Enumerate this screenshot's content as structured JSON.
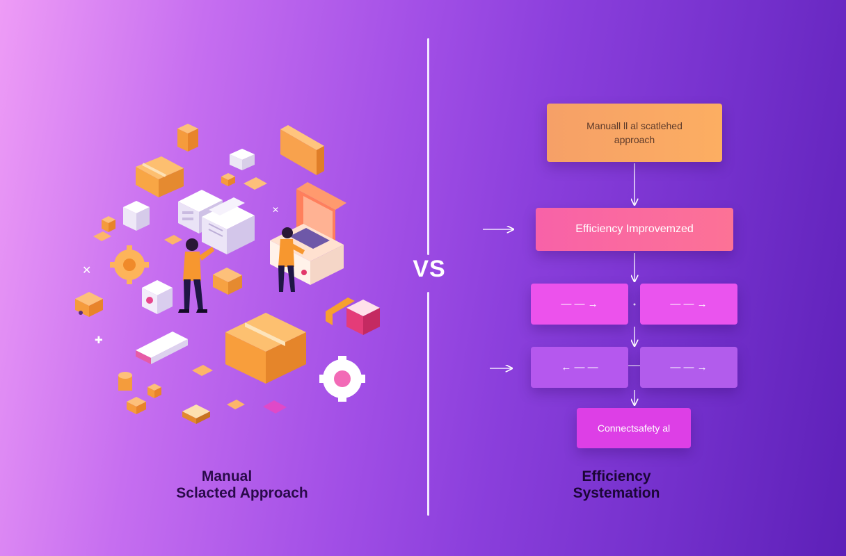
{
  "vs_label": "VS",
  "left": {
    "caption_line1": "Manual",
    "caption_line2": "Sclacted Approach"
  },
  "right": {
    "box1_line1": "Manuall ll al scatlehed",
    "box1_line2": "approach",
    "box2": "Efficiency Improvemzed",
    "box3": "— — →",
    "box4": "— — →",
    "box5": "← — —",
    "box6": "— — →",
    "box7": "Connectsafety al",
    "caption_line1": "Efficiency",
    "caption_line2": "Systemation"
  },
  "colors": {
    "bg_left": "#ee9cf6",
    "bg_right": "#5d20b8",
    "orange": "#fcae62",
    "coral": "#fc7296",
    "magenta": "#ec52ec",
    "violet": "#b558ee"
  }
}
